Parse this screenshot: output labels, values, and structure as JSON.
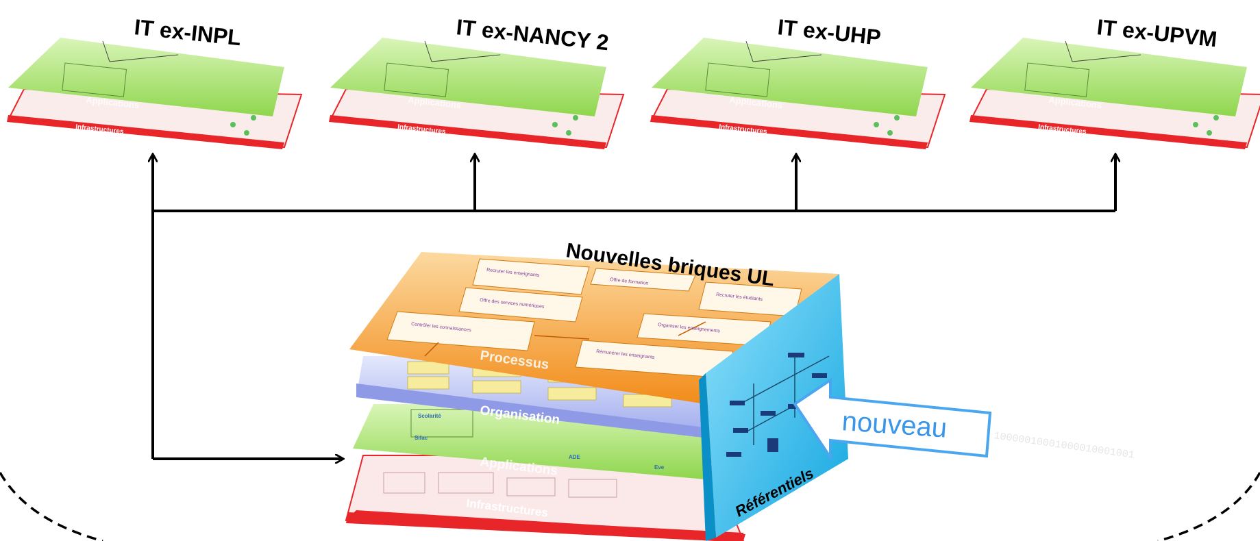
{
  "systems": [
    {
      "title": "IT ex-INPL"
    },
    {
      "title": "IT ex-NANCY 2"
    },
    {
      "title": "IT ex-UHP"
    },
    {
      "title": "IT ex-UPVM"
    }
  ],
  "system_layers": {
    "applications": "Applications",
    "infrastructures": "Infrastructures"
  },
  "central": {
    "title": "Nouvelles briques UL",
    "layers": {
      "processus": "Processus",
      "organisation": "Organisation",
      "applications": "Applications",
      "infrastructures": "Infrastructures",
      "referentiels": "Référentiels"
    },
    "callout": "nouveau"
  },
  "colors": {
    "green": "#a6e06a",
    "red": "#e8262a",
    "orange": "#f59a2c",
    "lavender": "#aab4ef",
    "cyan": "#3cc0ef",
    "callout_blue": "#4aa6ee",
    "arrow": "#000000"
  }
}
